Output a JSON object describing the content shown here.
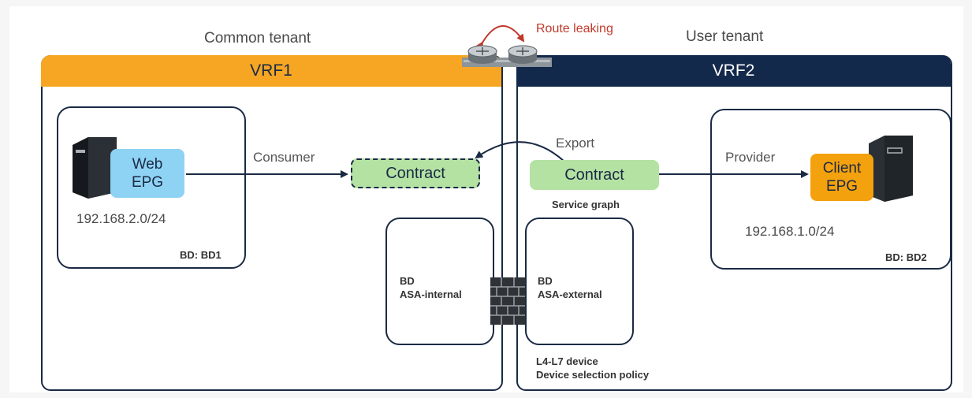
{
  "route_leaking_label": "Route leaking",
  "common_tenant": {
    "title": "Common tenant",
    "vrf": "VRF1",
    "epg_line1": "Web",
    "epg_line2": "EPG",
    "subnet": "192.168.2.0/24",
    "bd": "BD: BD1",
    "consumer_label": "Consumer",
    "contract": "Contract",
    "asa_bd_line1": "BD",
    "asa_bd_line2": "ASA-internal"
  },
  "user_tenant": {
    "title": "User tenant",
    "vrf": "VRF2",
    "export_label": "Export",
    "contract": "Contract",
    "service_graph": "Service graph",
    "provider_label": "Provider",
    "epg_line1": "Client",
    "epg_line2": "EPG",
    "subnet": "192.168.1.0/24",
    "bd": "BD: BD2",
    "asa_bd_line1": "BD",
    "asa_bd_line2": "ASA-external",
    "device_line1": "L4-L7 device",
    "device_line2": "Device selection policy"
  },
  "colors": {
    "vrf1_header": "#f6a623",
    "vrf2_header": "#13294b",
    "outline": "#1a2a44",
    "contract_fill": "#b4e2a3",
    "web_epg_fill": "#8fd3f4",
    "client_epg_fill": "#f4a10e",
    "route_leak_text": "#c0392b"
  },
  "icons": [
    "router-icon",
    "server-icon",
    "firewall-icon",
    "curved-arrow-icon"
  ]
}
